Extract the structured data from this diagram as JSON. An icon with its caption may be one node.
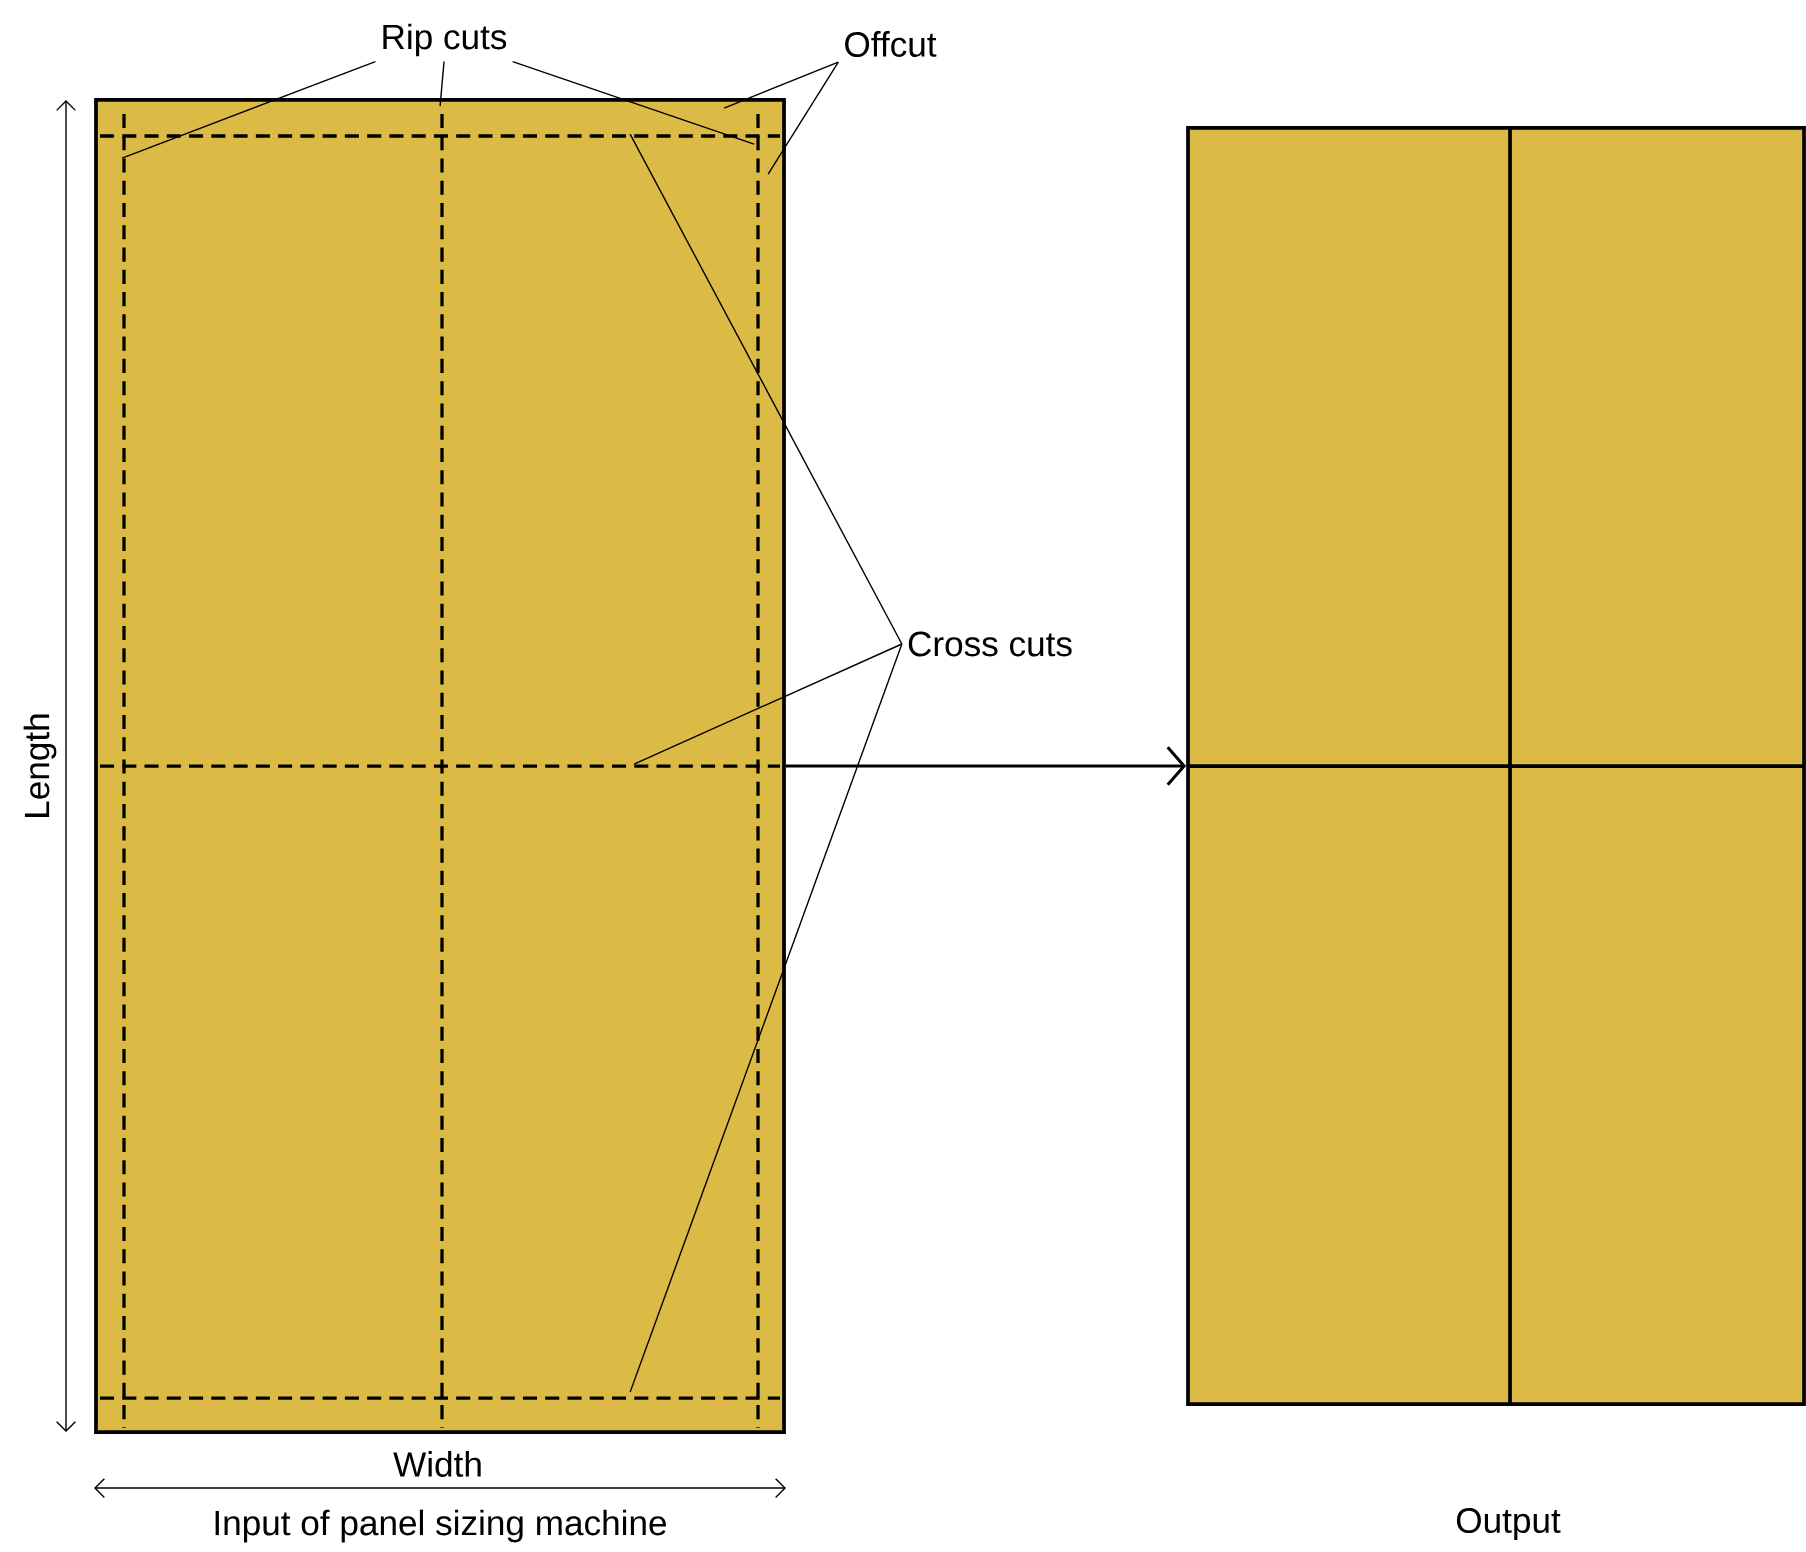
{
  "diagram": {
    "nodes": [
      {
        "text": [],
        "shape": "box",
        "beside": [
          "Input of panel sizing machine"
        ]
      },
      {
        "text": [],
        "shape": "box",
        "beside": [
          "Output"
        ]
      },
      {
        "text": [
          "Rip cuts"
        ]
      },
      {
        "text": [
          "Offcut"
        ]
      },
      {
        "text": [
          "Cross cuts"
        ]
      }
    ],
    "edges": [
      {
        "from": 0,
        "to": 1,
        "arrow": "to"
      },
      {
        "from": 2,
        "to": 0,
        "arrow": "none"
      },
      {
        "from": 2,
        "to": 0,
        "arrow": "none"
      },
      {
        "from": 2,
        "to": 0,
        "arrow": "none"
      },
      {
        "from": 3,
        "to": 0,
        "arrow": "none"
      },
      {
        "from": 3,
        "to": 0,
        "arrow": "none"
      },
      {
        "from": 4,
        "to": 0,
        "arrow": "none"
      },
      {
        "from": 4,
        "to": 0,
        "arrow": "none"
      },
      {
        "from": 4,
        "to": 0,
        "arrow": "none"
      }
    ],
    "labels": [
      "Length",
      "Width"
    ]
  }
}
